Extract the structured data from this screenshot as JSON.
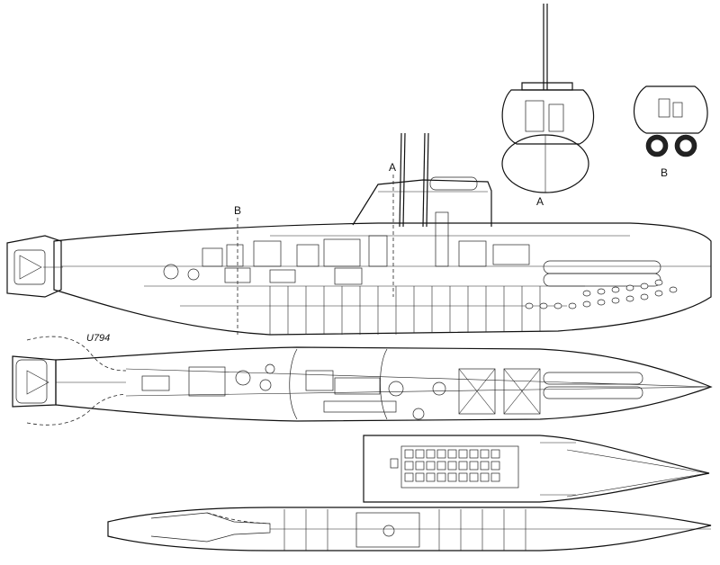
{
  "labels": {
    "section_a_top": "A",
    "section_b_top": "B",
    "section_a_caption": "A",
    "section_b_caption": "B",
    "hull_number": "U794"
  },
  "colors": {
    "ink": "#111111",
    "paper": "#ffffff"
  }
}
